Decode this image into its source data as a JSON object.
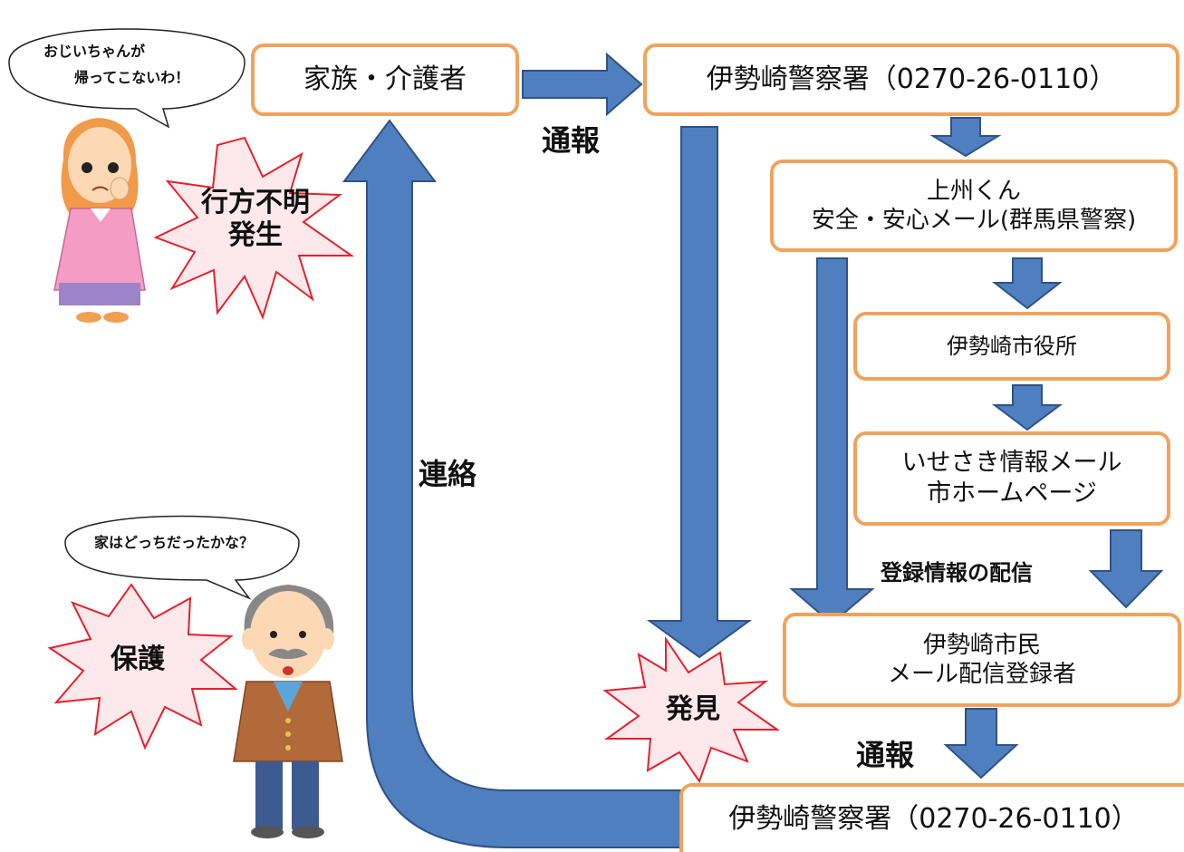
{
  "nodes": {
    "family": "家族・介護者",
    "police_top": "伊勢崎警察署（0270-26-0110）",
    "mail_line1": "上州くん",
    "mail_line2": "安全・安心メール(群馬県警察)",
    "city_office": "伊勢崎市役所",
    "info_line1": "いせさき情報メール",
    "info_line2": "市ホームページ",
    "citizens_line1": "伊勢崎市民",
    "citizens_line2": "メール配信登録者",
    "police_bottom": "伊勢崎警察署（0270-26-0110）"
  },
  "labels": {
    "report_top": "通報",
    "contact": "連絡",
    "distribution": "登録情報の配信",
    "report_bottom": "通報"
  },
  "bursts": {
    "missing_line1": "行方不明",
    "missing_line2": "発生",
    "protect": "保護",
    "found": "発見"
  },
  "bubbles": {
    "woman_line1": "おじいちゃんが",
    "woman_line2": "帰ってこないわ！",
    "man": "家はどっちだったかな？"
  },
  "colors": {
    "arrow_fill": "#4f7fbf",
    "arrow_stroke": "#2f5286",
    "box_border": "#f0a35c",
    "burst_fill": "#fde8ec",
    "burst_stroke": "#e8202a"
  }
}
